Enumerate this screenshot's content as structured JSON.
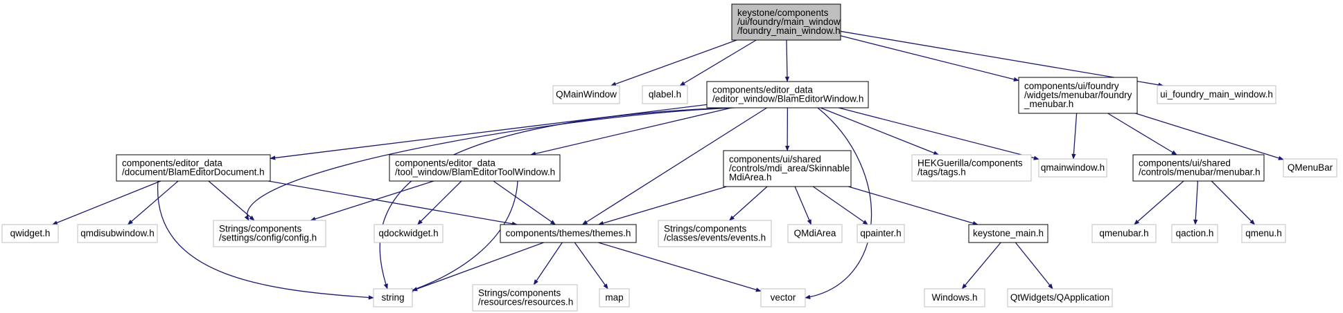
{
  "colors": {
    "edge": "#191970",
    "root_fill": "#bfbfbf",
    "project_border": "#000000",
    "external_border": "#bfbfbf",
    "text": "#000000"
  },
  "nodes": {
    "root": [
      "keystone/components",
      "/ui/foundry/main_window",
      "/foundry_main_window.h"
    ],
    "qmainwindow_ext": [
      "QMainWindow"
    ],
    "qlabel": [
      "qlabel.h"
    ],
    "blam_editor_window": [
      "components/editor_data",
      "/editor_window/BlamEditorWindow.h"
    ],
    "foundry_menubar": [
      "components/ui/foundry",
      "/widgets/menubar/foundry",
      "_menubar.h"
    ],
    "ui_foundry_main_window": [
      "ui_foundry_main_window.h"
    ],
    "blam_editor_document": [
      "components/editor_data",
      "/document/BlamEditorDocument.h"
    ],
    "blam_editor_tool_window": [
      "components/editor_data",
      "/tool_window/BlamEditorToolWindow.h"
    ],
    "skinnable_mdi_area": [
      "components/ui/shared",
      "/controls/mdi_area/Skinnable",
      "MdiArea.h"
    ],
    "tags": [
      "HEKGuerilla/components",
      "/tags/tags.h"
    ],
    "qmainwindow_h": [
      "qmainwindow.h"
    ],
    "shared_menubar": [
      "components/ui/shared",
      "/controls/menubar/menubar.h"
    ],
    "qmenubar_cls": [
      "QMenuBar"
    ],
    "qwidget": [
      "qwidget.h"
    ],
    "qmdisubwindow": [
      "qmdisubwindow.h"
    ],
    "config": [
      "Strings/components",
      "/settings/config/config.h"
    ],
    "qdockwidget": [
      "qdockwidget.h"
    ],
    "themes": [
      "components/themes/themes.h"
    ],
    "events": [
      "Strings/components",
      "/classes/events/events.h"
    ],
    "qmdiarea": [
      "QMdiArea"
    ],
    "qpainter": [
      "qpainter.h"
    ],
    "keystone_main": [
      "keystone_main.h"
    ],
    "qmenubar_h": [
      "qmenubar.h"
    ],
    "qaction": [
      "qaction.h"
    ],
    "qmenu": [
      "qmenu.h"
    ],
    "string": [
      "string"
    ],
    "resources": [
      "Strings/components",
      "/resources/resources.h"
    ],
    "map": [
      "map"
    ],
    "vector": [
      "vector"
    ],
    "windows": [
      "Windows.h"
    ],
    "qapplication": [
      "QtWidgets/QApplication"
    ]
  }
}
